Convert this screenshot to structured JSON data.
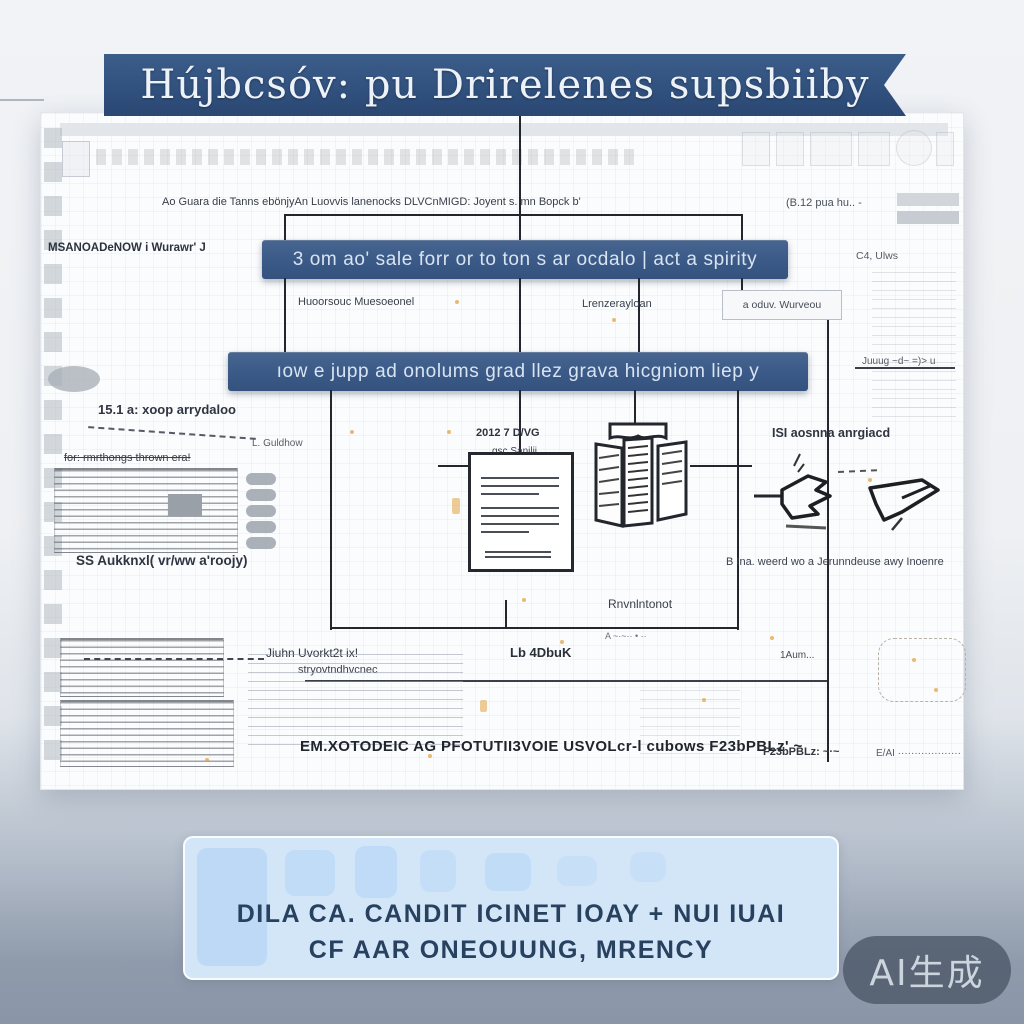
{
  "banner": {
    "title": "Hújbcsóv: pu Drirelenes supsbiiby"
  },
  "header": {
    "meta_left": "Ao Guara die Tanns ebönjyAn Luovvis lanenocks DLVCnMIGD: Joyent s. mn Bopck b'",
    "meta_right": "(B.12 pua hu.. -",
    "left_label": "MSANOADeNOW i Wurawr' J",
    "right_small_label": "C4, Ulws"
  },
  "bars": {
    "bar1": "3 om ao' sale forr or to ton s ar ocdalo | act a spirity",
    "bar2": "ıow e jupp ad onolums grad llez grava hicgniom liep y"
  },
  "mid_labels": {
    "module1": "Huoorsouc Muesoeonel",
    "module2": "Lrenzerayloan",
    "module3_box": "a oduv. Wurveou"
  },
  "left_column": {
    "heading": "15.1 a: xoop arrydaloo",
    "dash_note": "L. Guldhow",
    "strike_note": "for: rmrthongs thrown era!",
    "section_label": "SS Aukknxl( vr/ww a'roojy)"
  },
  "center": {
    "doc_title": "2012 7 D/VG",
    "doc_subtitle": "gsc Sanilji"
  },
  "right_column": {
    "heading": "ISI aosnna anrgiacd",
    "caption": "B Ina. weerd wo a Jerunndeuse awy Inoenre",
    "branch_label": "Juuug ~d~ =)> u",
    "aum_label": "1Aum...",
    "blob_note1": "F23bPBLz: ~·~",
    "blob_note2": "E/AI ···················"
  },
  "lower": {
    "rynm_label": "Rnvnlntonot",
    "dash_small": "A ~·~·· • ··",
    "jiuhn_label": "Jiuhn Uvorkt2t ix!",
    "jiuhn_sub": "stryovtndhvcnec",
    "llag_label": "Lb 4DbuK",
    "bottom_bold": "EM.XOTODEIC AG PFOTUTII3VOIE USVOLcr-l cubows F23bPBLz' ~"
  },
  "footer": {
    "line1": "DILA CA. CANDIT  ICINET IOAY + NUI IUAI",
    "line2": "CF AAR ONEOUUNG, MRENCY"
  },
  "watermark": {
    "label": "AI生成"
  },
  "colors": {
    "banner_navy": "#31517e",
    "bar_navy": "#3c5b88",
    "footer_blue": "#d3e6f8",
    "accent_orange": "#e2a344"
  }
}
